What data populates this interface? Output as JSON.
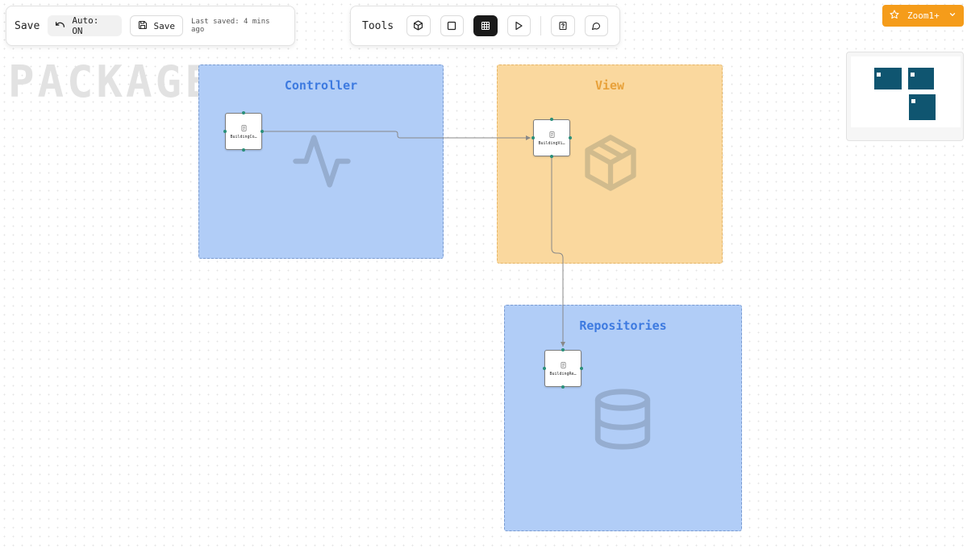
{
  "left_toolbar": {
    "title": "Save",
    "autosave_label": "Auto: ON",
    "save_label": "Save",
    "last_saved": "Last saved: 4 mins ago"
  },
  "tools_toolbar": {
    "label": "Tools",
    "buttons": [
      {
        "icon": "cube-icon",
        "active": false
      },
      {
        "icon": "square-icon",
        "active": false
      },
      {
        "icon": "grid-icon",
        "active": true
      },
      {
        "icon": "play-icon",
        "active": false
      },
      {
        "icon": "help-icon",
        "active": false
      },
      {
        "icon": "comment-icon",
        "active": false
      }
    ]
  },
  "zoom": {
    "label": "Zoom1+",
    "color": "#f59c1a"
  },
  "canvas": {
    "watermark": "PACKAGE",
    "packages": [
      {
        "title": "Controller",
        "color": "#b1cdf7",
        "icon": "activity-icon"
      },
      {
        "title": "View",
        "color": "#fad89e",
        "icon": "package-box-icon"
      },
      {
        "title": "Repositories",
        "color": "#b1cdf7",
        "icon": "database-icon"
      }
    ],
    "nodes": [
      {
        "label": "BuildingCo…"
      },
      {
        "label": "BuildingVi…"
      },
      {
        "label": "BuildingRe…"
      }
    ]
  },
  "colors": {
    "handle": "#2a8f7a",
    "minimap_block": "#0f5570"
  }
}
